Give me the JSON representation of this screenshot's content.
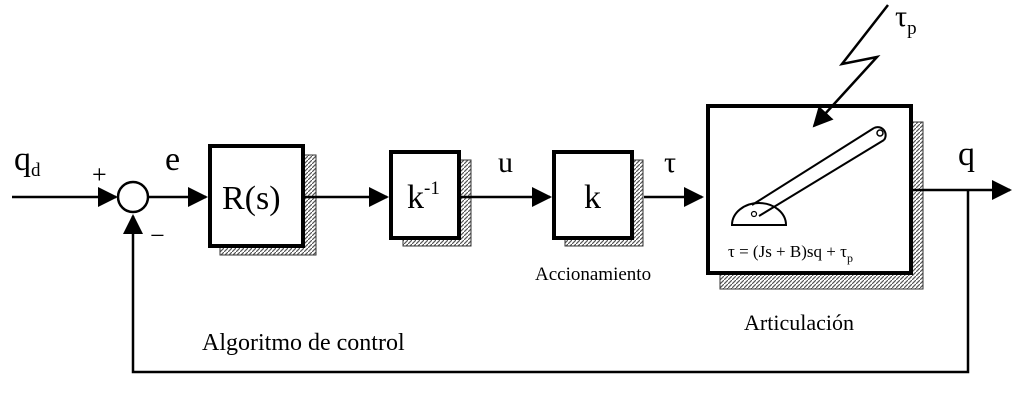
{
  "signals": {
    "input": "q",
    "input_sub": "d",
    "error": "e",
    "control": "u",
    "torque": "τ",
    "output": "q",
    "disturbance": "τ",
    "disturbance_sub": "p"
  },
  "summing_junction": {
    "plus": "+",
    "minus": "−"
  },
  "blocks": {
    "controller": "R(s)",
    "inverse_gain": "k",
    "inverse_gain_exp": "-1",
    "gain": "k",
    "joint_equation": "τ = (Js + B)sq + τ",
    "joint_equation_sub": "p"
  },
  "captions": {
    "actuator": "Accionamiento",
    "joint": "Articulación",
    "algorithm": "Algoritmo de control"
  }
}
